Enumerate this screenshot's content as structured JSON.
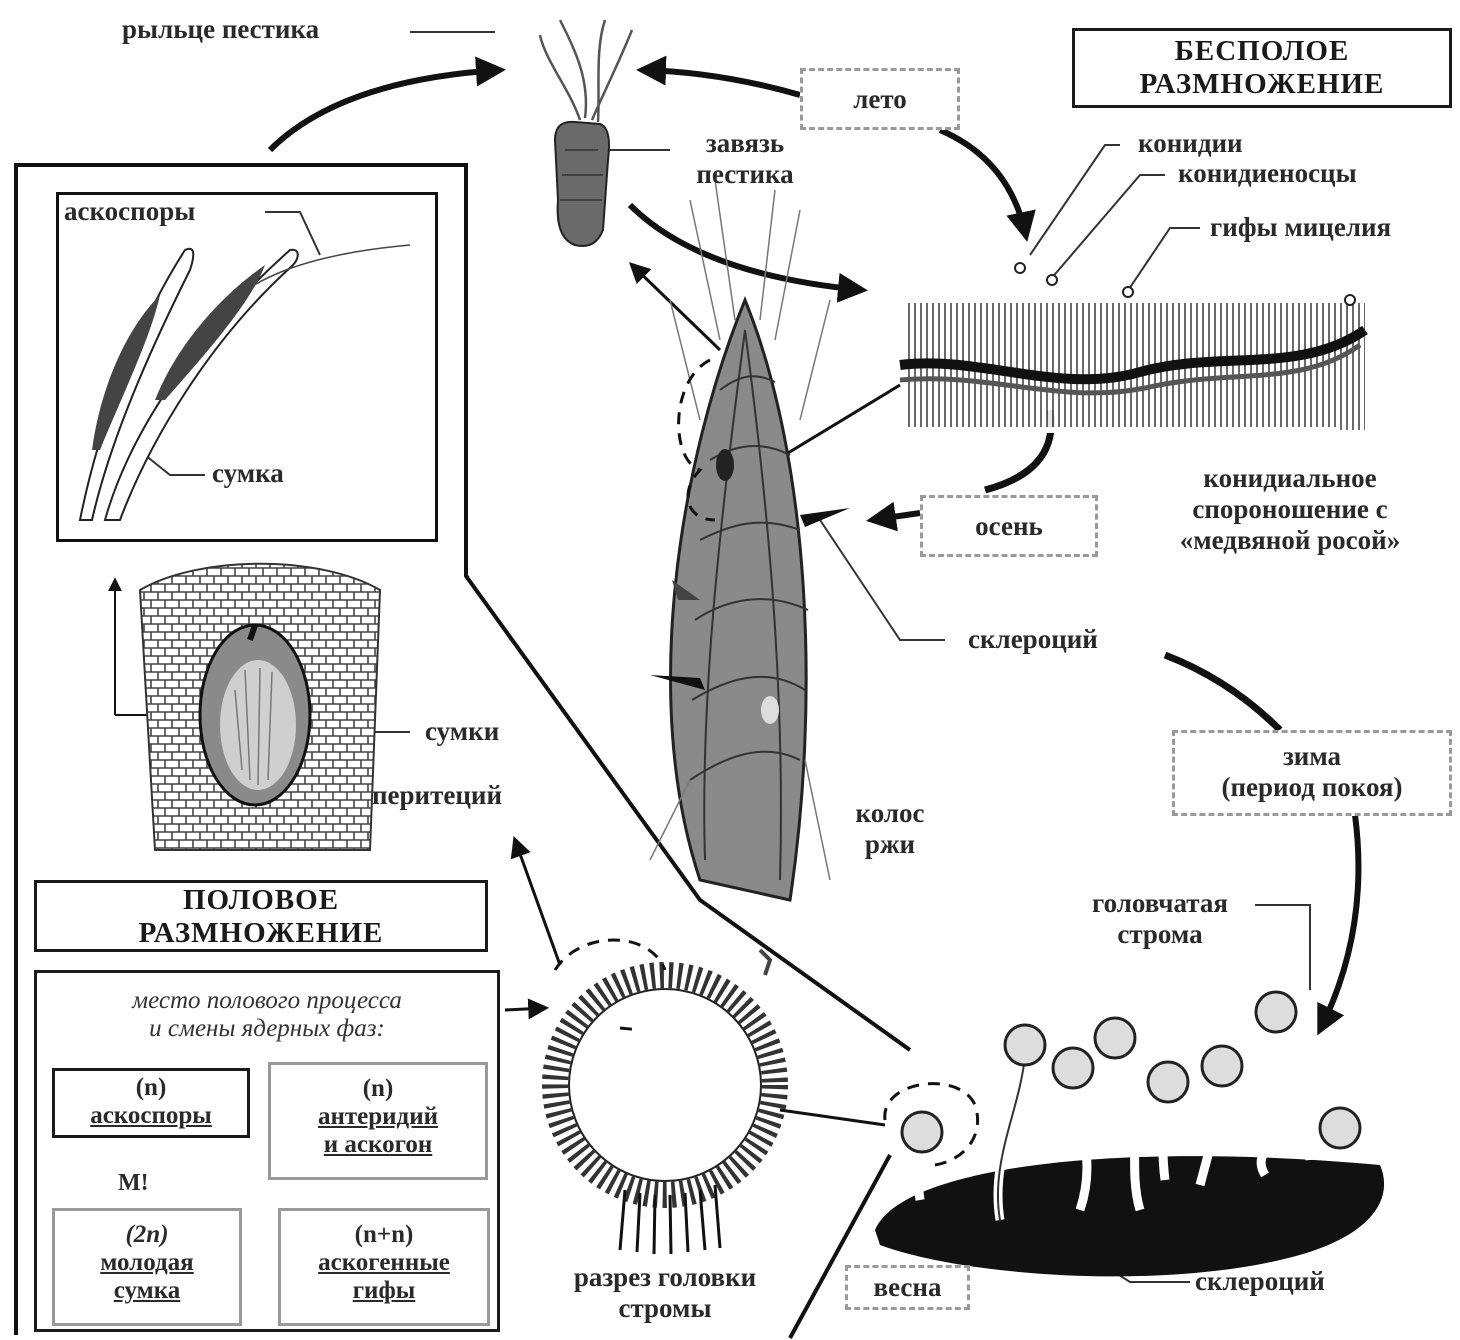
{
  "titles": {
    "asexual_line1": "БЕСПОЛОЕ",
    "asexual_line2": "РАЗМНОЖЕНИЕ",
    "sexual_line1": "ПОЛОВОЕ",
    "sexual_line2": "РАЗМНОЖЕНИЕ"
  },
  "seasons": {
    "summer": "лето",
    "autumn": "осень",
    "winter_line1": "зима",
    "winter_line2": "(период покоя)",
    "spring": "весна"
  },
  "labels": {
    "stigma": "рыльце пестика",
    "ovary_line1": "завязь",
    "ovary_line2": "пестика",
    "conidia": "конидии",
    "conidiophores": "конидиеносцы",
    "hyphae": "гифы мицелия",
    "conidial_line1": "конидиальное",
    "conidial_line2": "спороношение с",
    "conidial_line3": "«медвяной росой»",
    "sclerotium_top": "склероций",
    "ear_line1": "колос",
    "ear_line2": "ржи",
    "ascospores": "аскоспоры",
    "ascus": "сумка",
    "asci": "сумки",
    "perithecium": "перитеций",
    "stroma_line1": "головчатая",
    "stroma_line2": "строма",
    "section_line1": "разрез головки",
    "section_line2": "стромы",
    "sclerotium_bottom": "склероций"
  },
  "nuclear": {
    "heading_line1": "место полового процесса",
    "heading_line2": "и смены ядерных фаз:",
    "ascospores_ploidy": "(n)",
    "ascospores_name": "аскоспоры",
    "antheridium_ploidy": "(n)",
    "antheridium_name_line1": "антеридий",
    "antheridium_name_line2": "и аскогон",
    "young_ascus_ploidy": "(2n)",
    "young_ascus_name_line1": "молодая",
    "young_ascus_name_line2": "сумка",
    "ascogenous_ploidy": "(n+n)",
    "ascogenous_name_line1": "аскогенные",
    "ascogenous_name_line2": "гифы",
    "meiosis": "M!"
  }
}
